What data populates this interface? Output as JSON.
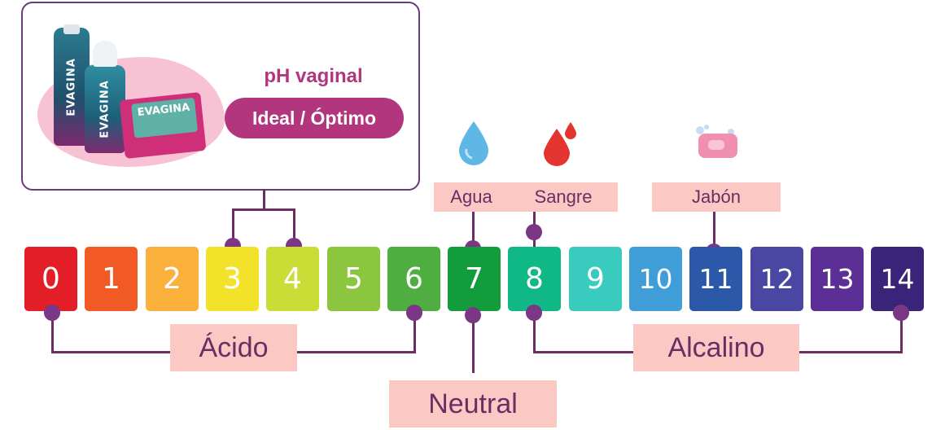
{
  "product": {
    "brand": "EVAGINA",
    "ph_title": "pH vaginal",
    "ideal_label": "Ideal / Óptimo"
  },
  "references": [
    {
      "label": "Agua",
      "icon": "water-drop-icon",
      "ph": 7
    },
    {
      "label": "Sangre",
      "icon": "blood-drop-icon",
      "ph": 8
    },
    {
      "label": "Jabón",
      "icon": "soap-icon",
      "ph": 11
    }
  ],
  "scale": [
    {
      "value": "0",
      "color": "#e31e26"
    },
    {
      "value": "1",
      "color": "#f15a24"
    },
    {
      "value": "2",
      "color": "#fbb03b"
    },
    {
      "value": "3",
      "color": "#f2e22a"
    },
    {
      "value": "4",
      "color": "#c9dd36"
    },
    {
      "value": "5",
      "color": "#8cc63f"
    },
    {
      "value": "6",
      "color": "#4eae3f"
    },
    {
      "value": "7",
      "color": "#139c3b"
    },
    {
      "value": "8",
      "color": "#0fb885"
    },
    {
      "value": "9",
      "color": "#39cbbd"
    },
    {
      "value": "10",
      "color": "#3f9ed8"
    },
    {
      "value": "11",
      "color": "#2b58a8"
    },
    {
      "value": "12",
      "color": "#4a47a3"
    },
    {
      "value": "13",
      "color": "#5c2f96"
    },
    {
      "value": "14",
      "color": "#3a2479"
    }
  ],
  "categories": {
    "acid": "Ácido",
    "neutral": "Neutral",
    "alkaline": "Alcalino"
  },
  "colors": {
    "accent": "#b2367e",
    "connector": "#6a2e63",
    "label_bg": "#fbc8c4"
  }
}
